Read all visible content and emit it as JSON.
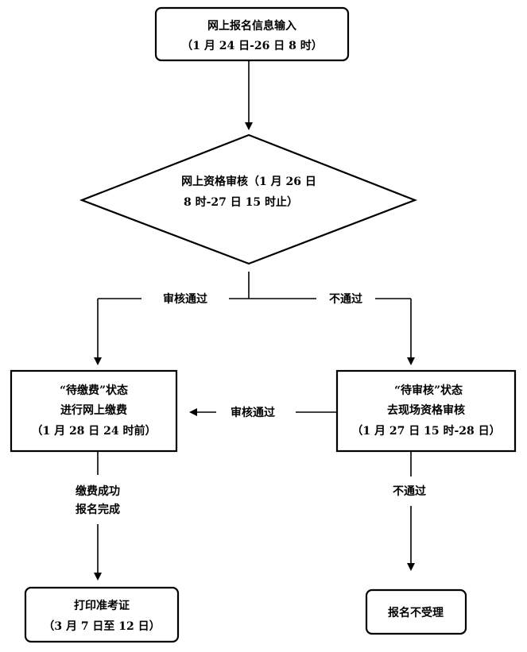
{
  "nodes": {
    "online_entry": {
      "line1": "网上报名信息输入",
      "line2": "（1 月 24 日-26 日 8 时）"
    },
    "online_review": {
      "line1": "网上资格审核（1 月 26 日",
      "line2": "8 时-27 日 15 时止）"
    },
    "pending_payment": {
      "line1": "“待缴费”状态",
      "line2": "进行网上缴费",
      "line3": "（1 月 28 日 24 时前）"
    },
    "pending_review": {
      "line1": "“待审核”状态",
      "line2": "去现场资格审核",
      "line3": "（1 月 27 日 15 时-28 日）"
    },
    "print_ticket": {
      "line1": "打印准考证",
      "line2": "（3 月 7 日至 12 日）"
    },
    "rejected": {
      "line1": "报名不受理"
    }
  },
  "edges": {
    "review_pass": "审核通过",
    "review_fail": "不通过",
    "onsite_pass": "审核通过",
    "payment_done_line1": "缴费成功",
    "payment_done_line2": "报名完成",
    "onsite_fail": "不通过"
  }
}
